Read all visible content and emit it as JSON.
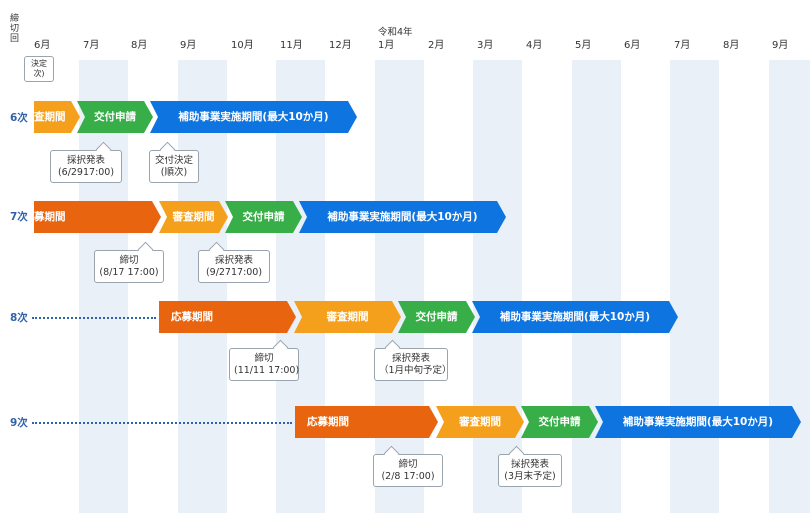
{
  "header": {
    "corner_label": "締切回",
    "year_label": "令和4年",
    "months": [
      "6月",
      "7月",
      "8月",
      "9月",
      "10月",
      "11月",
      "12月",
      "1月",
      "2月",
      "3月",
      "4月",
      "5月",
      "6月",
      "7月",
      "8月",
      "9月"
    ]
  },
  "phases": {
    "apply": "応募期間",
    "review": "審査期間",
    "grant": "交付申請",
    "implementation": "補助事業実施期間(最大10か月)"
  },
  "partial_labels": {
    "row5_callout_fragment": "決定\n次)",
    "row6_review": "査期間",
    "row7_apply": "募期間"
  },
  "rows": [
    {
      "label": "6次",
      "callouts": [
        "採択発表\n(6/2917:00)",
        "交付決定\n(順次)"
      ]
    },
    {
      "label": "7次",
      "callouts": [
        "締切\n(8/17 17:00)",
        "採択発表\n(9/2717:00)"
      ]
    },
    {
      "label": "8次",
      "callouts": [
        "締切\n(11/11 17:00)",
        "採択発表\n（1月中旬予定）"
      ]
    },
    {
      "label": "9次",
      "callouts": [
        "締切\n(2/8 17:00)",
        "採択発表\n(3月末予定)"
      ]
    }
  ],
  "colors": {
    "apply": "#e8640f",
    "review": "#f5a01c",
    "grant": "#37ae48",
    "implementation": "#0e74e0",
    "row_label": "#2f62a8",
    "stripe": "#eaf0f7"
  }
}
